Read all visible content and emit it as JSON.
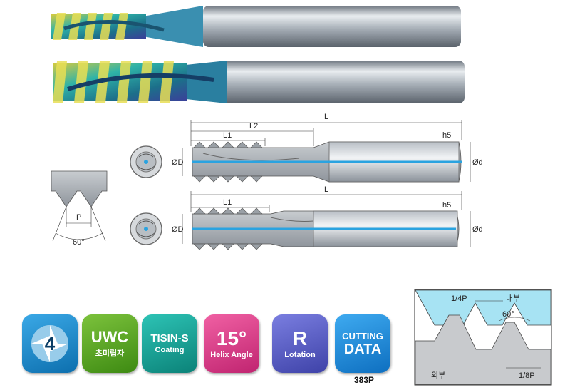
{
  "colors": {
    "shank": "#a9b0b8",
    "flute_teal": "#2fb3a8",
    "flute_gold": "#c9c14a",
    "coolant": "#2aa3e0",
    "thread_profile_fill": "#a7e3f3",
    "badge_blue": "#1b8fd0",
    "badge_green": "#5aa020",
    "badge_teal": "#12a59a",
    "badge_pink": "#e0408a",
    "badge_indigo": "#5b5fc7",
    "badge_azure": "#1d8ee0"
  },
  "top_diagram": {
    "dims": {
      "L": "L",
      "L2": "L2",
      "L1": "L1",
      "h5": "h5",
      "d_small": "ØD",
      "d_large": "Ød"
    }
  },
  "bottom_diagram": {
    "dims": {
      "L": "L",
      "L1": "L1",
      "h5": "h5",
      "d_small": "ØD",
      "d_large": "Ød"
    }
  },
  "thread_profile": {
    "pitch": "P",
    "angle": "60°"
  },
  "badges": [
    {
      "id": "flutes",
      "big": "4",
      "small": "",
      "icon": "four-flute-icon"
    },
    {
      "id": "uwc",
      "big": "UWC",
      "small": "초미립자"
    },
    {
      "id": "coating",
      "big": "TISIN-S",
      "small": "Coating"
    },
    {
      "id": "helix",
      "big": "15°",
      "small": "Helix Angle"
    },
    {
      "id": "rotation",
      "big": "R",
      "small": "Lotation"
    },
    {
      "id": "cutting",
      "big": "CUTTING",
      "small": "DATA"
    }
  ],
  "page_ref": "383P",
  "thread_detail": {
    "top_pitch": "1/4P",
    "internal": "내부",
    "angle": "60°",
    "external": "외부",
    "bottom_pitch": "1/8P"
  }
}
